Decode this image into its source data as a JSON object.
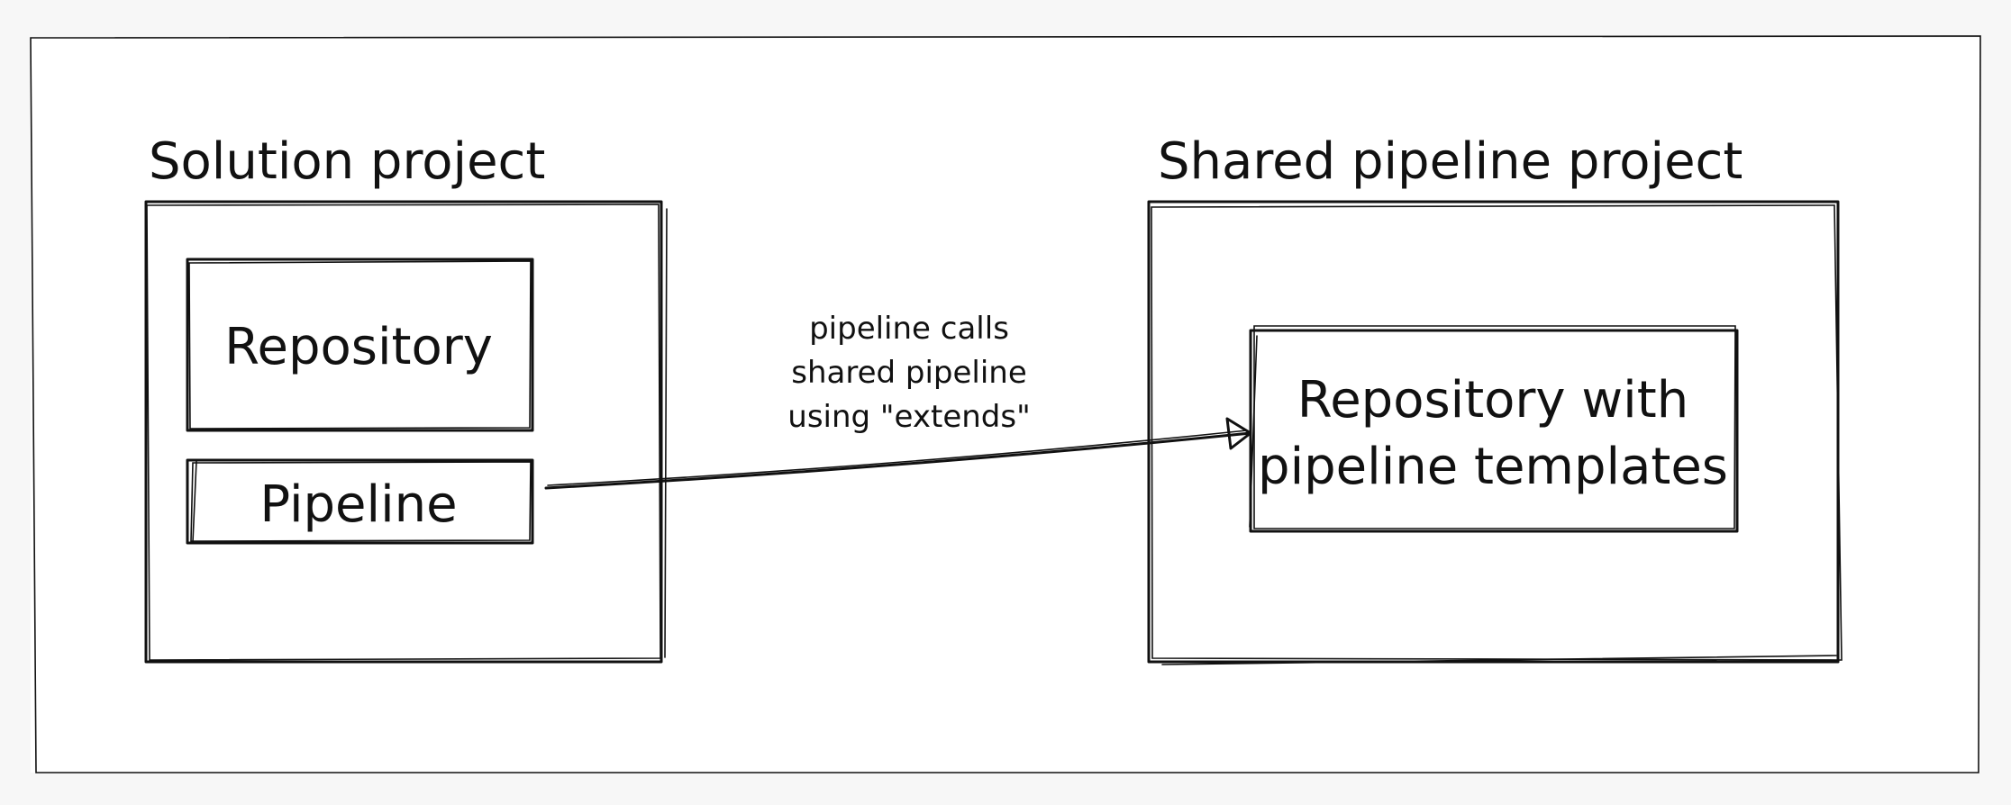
{
  "diagram": {
    "left_project": {
      "title": "Solution project",
      "repository_label": "Repository",
      "pipeline_label": "Pipeline"
    },
    "right_project": {
      "title": "Shared pipeline project",
      "repository_line1": "Repository with",
      "repository_line2": "pipeline templates"
    },
    "connector": {
      "line1": "pipeline calls",
      "line2": "shared pipeline",
      "line3": "using \"extends\""
    }
  }
}
